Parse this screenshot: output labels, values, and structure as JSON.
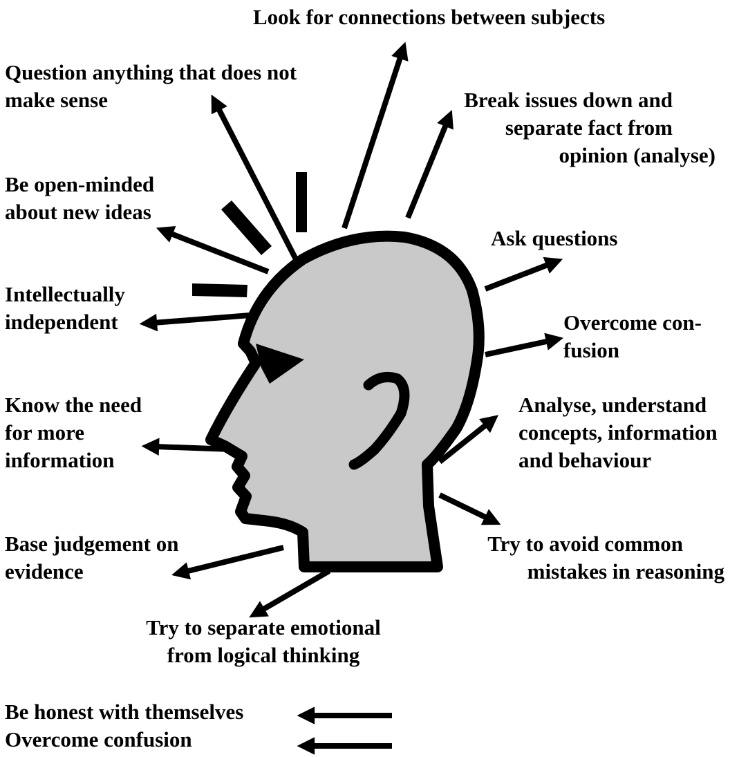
{
  "colors": {
    "ink": "#000000",
    "head_fill": "#c9c9c9",
    "background": "#ffffff"
  },
  "labels": {
    "connections": "Look for connections between subjects",
    "question": [
      "Question anything that does not",
      "make sense"
    ],
    "break_down": [
      "Break issues down and",
      "separate fact from",
      "opinion (analyse)"
    ],
    "open_minded": [
      "Be open-minded",
      "about new ideas"
    ],
    "ask": "Ask questions",
    "intellectual": [
      "Intellectually",
      "independent"
    ],
    "overcome_top": [
      "Overcome con-",
      "fusion"
    ],
    "know_need": [
      "Know the need",
      "for more",
      "information"
    ],
    "analyse": [
      "Analyse, understand",
      "concepts, information",
      "and behaviour"
    ],
    "base_judgement": [
      "Base judgement on",
      "evidence"
    ],
    "avoid_mistakes": [
      "Try to avoid common",
      "mistakes in reasoning"
    ],
    "separate_emotional": [
      "Try to separate emotional",
      "from logical thinking"
    ],
    "honest": "Be honest with themselves",
    "overcome_bottom": "Overcome confusion"
  }
}
